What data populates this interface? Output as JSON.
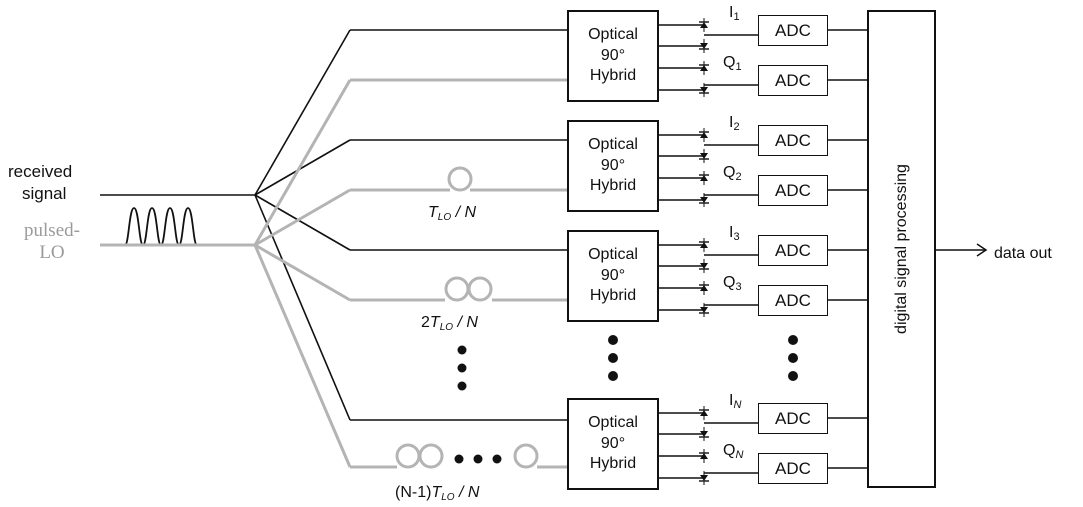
{
  "inputs": {
    "signal_label_line1": "received",
    "signal_label_line2": "signal",
    "lo_label_line1": "pulsed-",
    "lo_label_line2": "LO"
  },
  "hybrids": [
    {
      "line1": "Optical",
      "line2": "90°",
      "line3": "Hybrid"
    },
    {
      "line1": "Optical",
      "line2": "90°",
      "line3": "Hybrid"
    },
    {
      "line1": "Optical",
      "line2": "90°",
      "line3": "Hybrid"
    },
    {
      "line1": "Optical",
      "line2": "90°",
      "line3": "Hybrid"
    }
  ],
  "adc_label": "ADC",
  "outputs": [
    {
      "i_base": "I",
      "i_sub": "1",
      "q_base": "Q",
      "q_sub": "1"
    },
    {
      "i_base": "I",
      "i_sub": "2",
      "q_base": "Q",
      "q_sub": "2"
    },
    {
      "i_base": "I",
      "i_sub": "3",
      "q_base": "Q",
      "q_sub": "3"
    },
    {
      "i_base": "I",
      "i_sub": "N",
      "q_base": "Q",
      "q_sub": "N"
    }
  ],
  "delays": [
    {
      "prefix": "",
      "t": "T",
      "sub": "LO",
      "suffix": " / N"
    },
    {
      "prefix": "2",
      "t": "T",
      "sub": "LO",
      "suffix": " / N"
    },
    {
      "prefix": "(N-1)",
      "t": "T",
      "sub": "LO",
      "suffix": " / N"
    }
  ],
  "dsp_label": "digital signal processing",
  "data_out_label": "data out",
  "colors": {
    "signal": "#111111",
    "lo": "#b4b4b4",
    "lo_text": "#9a9a9a"
  },
  "icons": [
    "fiber-loop-icon",
    "photodiode-icon",
    "ellipsis-dots-icon",
    "arrow-right-icon"
  ]
}
